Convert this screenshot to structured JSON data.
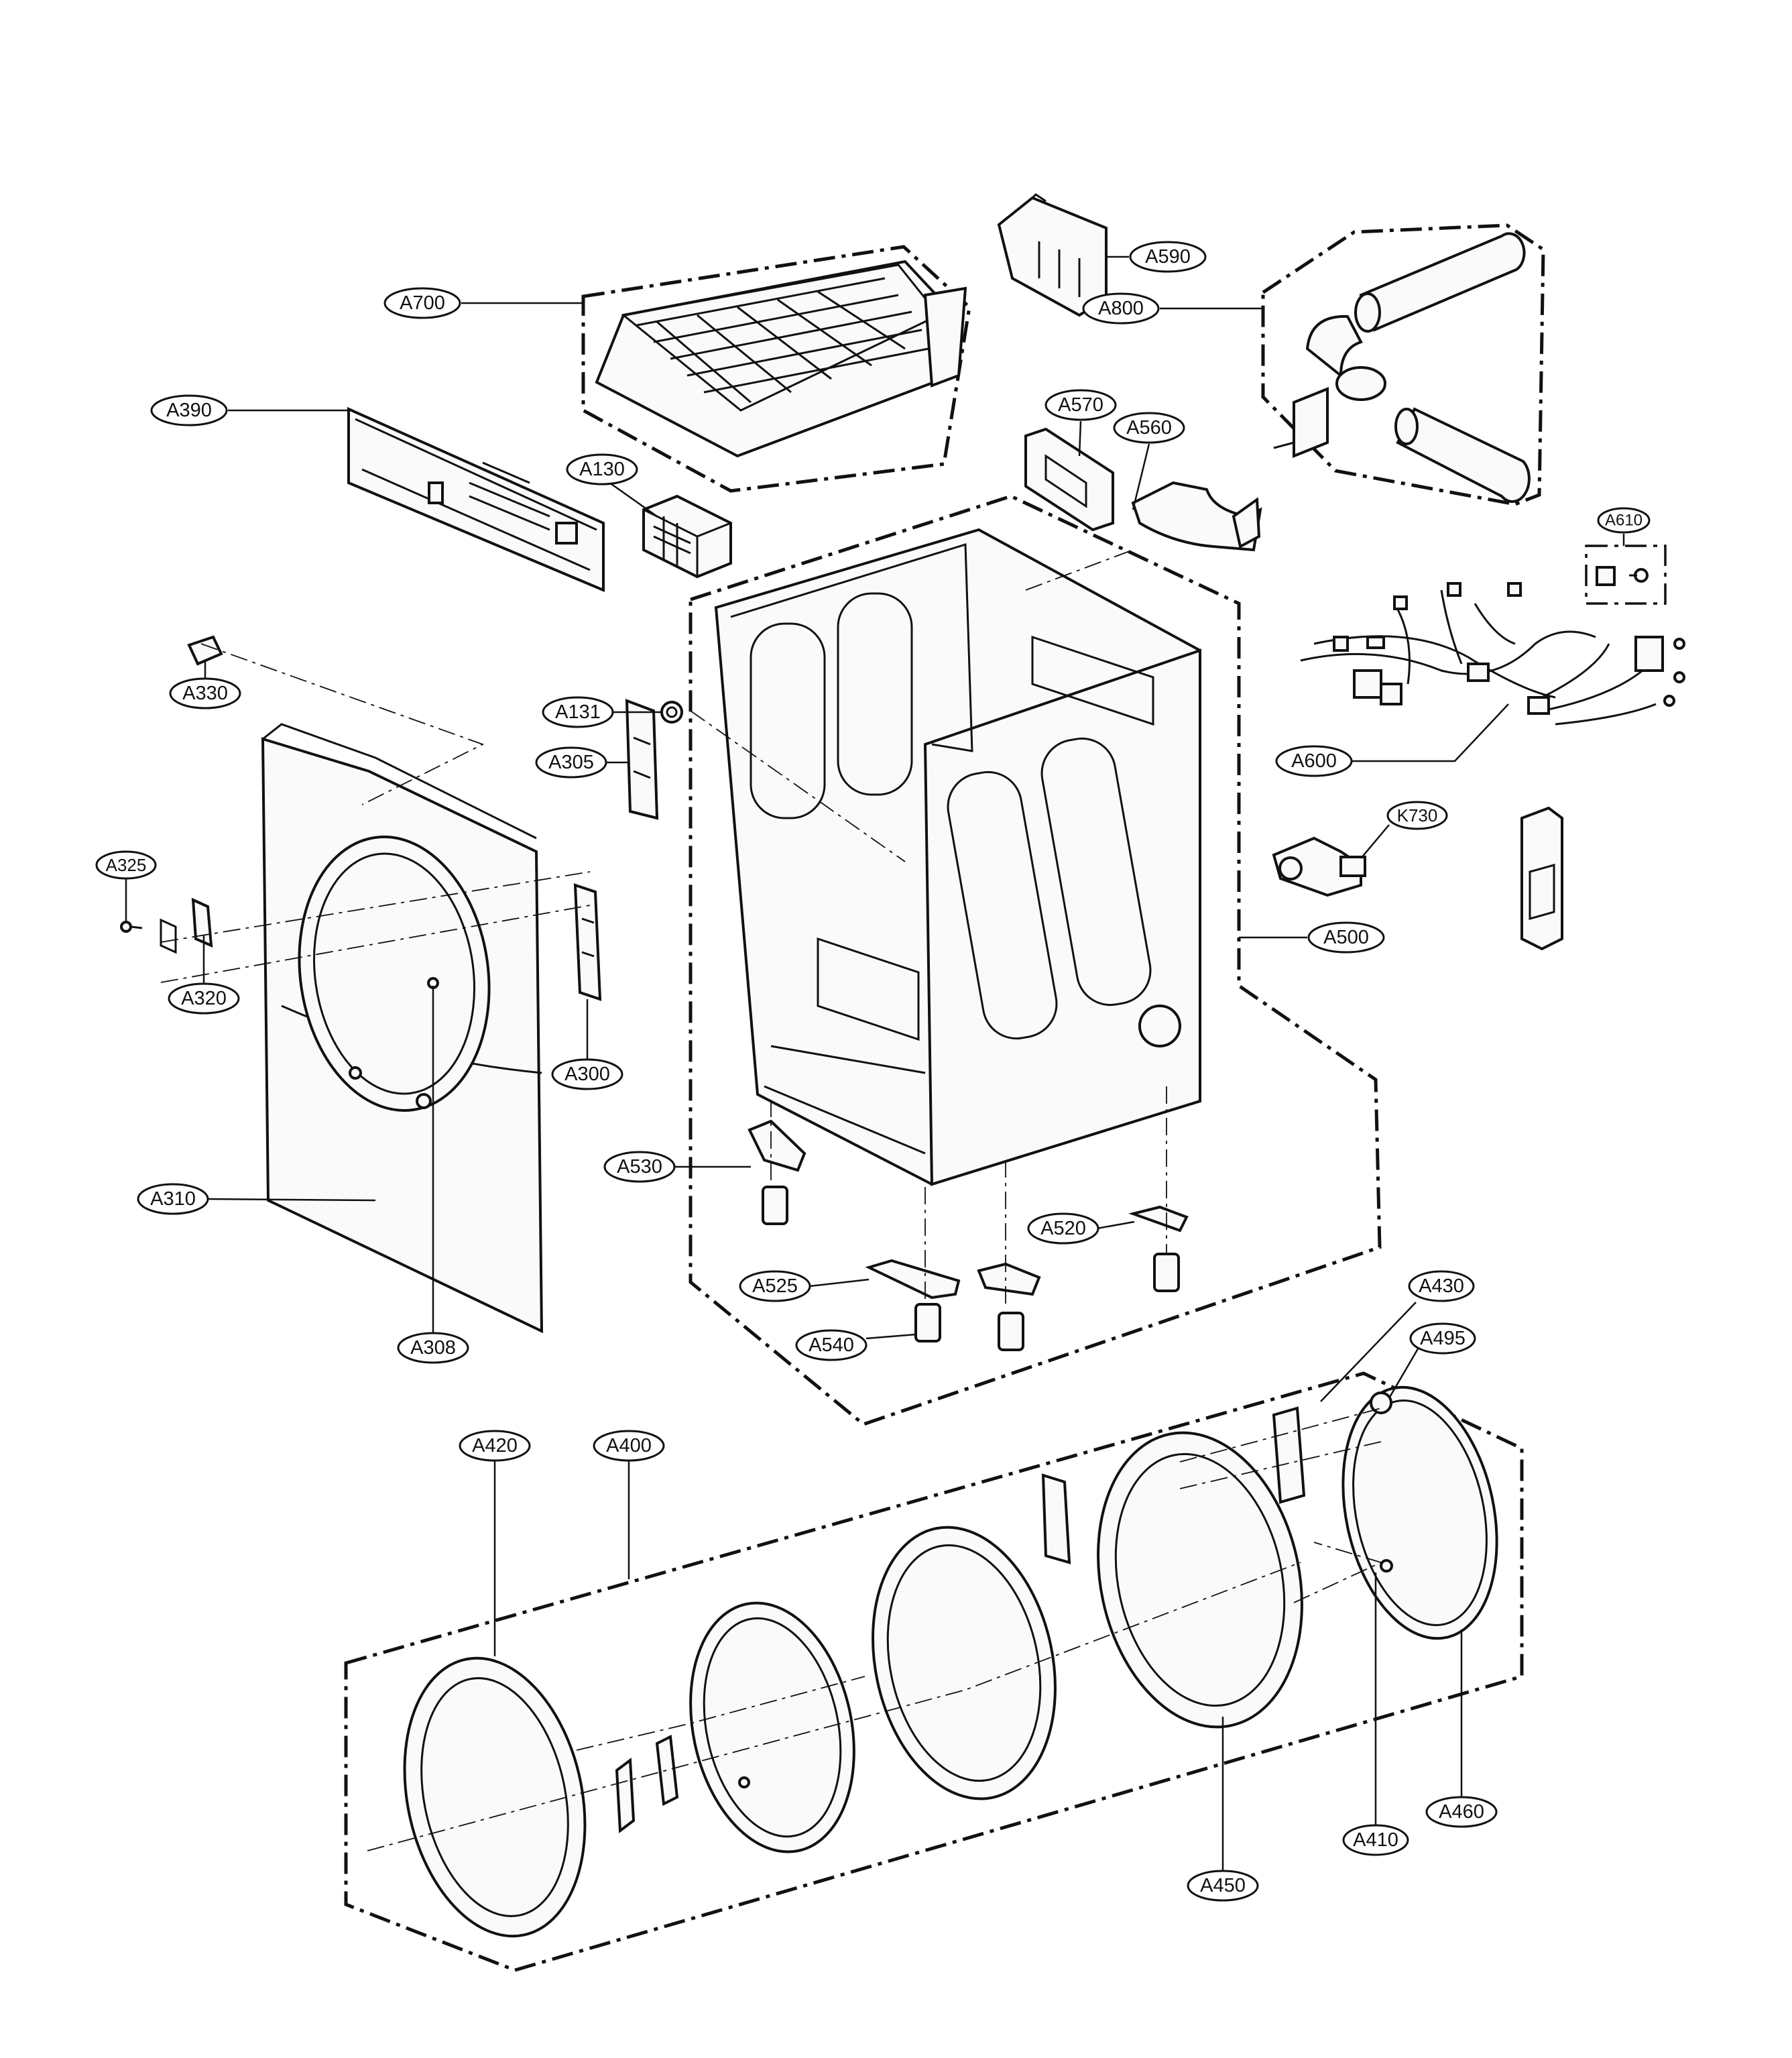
{
  "labels": {
    "A700": "A700",
    "A590": "A590",
    "A800": "A800",
    "A390": "A390",
    "A570": "A570",
    "A560": "A560",
    "A130": "A130",
    "A610": "A610",
    "A330": "A330",
    "A131": "A131",
    "A305": "A305",
    "A600": "A600",
    "A325": "A325",
    "K730": "K730",
    "A500": "A500",
    "A320": "A320",
    "A300": "A300",
    "A530": "A530",
    "A310": "A310",
    "A520": "A520",
    "A525": "A525",
    "A430": "A430",
    "A308": "A308",
    "A540": "A540",
    "A495": "A495",
    "A420": "A420",
    "A400": "A400",
    "A410": "A410",
    "A460": "A460",
    "A450": "A450"
  }
}
